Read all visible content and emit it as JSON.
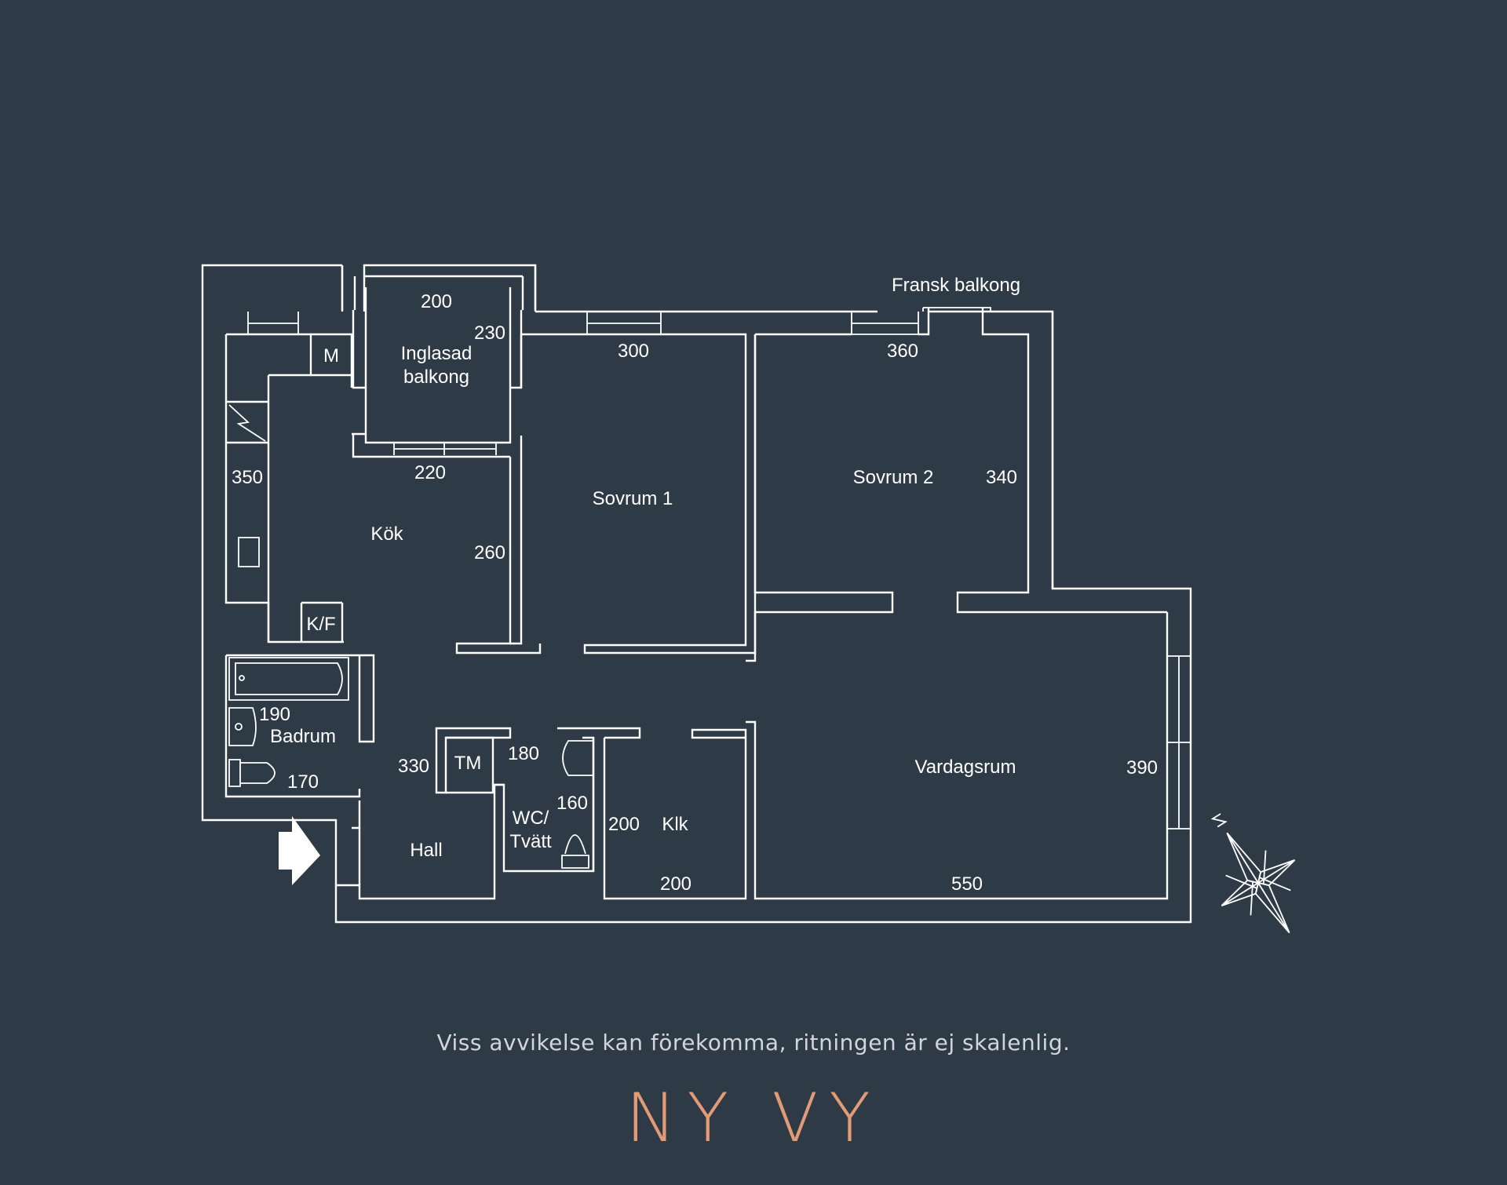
{
  "rooms": {
    "inglasad_balkong": "Inglasad\nbalkong",
    "kok": "Kök",
    "sovrum1": "Sovrum 1",
    "sovrum2": "Sovrum 2",
    "badrum": "Badrum",
    "hall": "Hall",
    "wc_tvatt": "WC/\nTvätt",
    "klk": "Klk",
    "vardagsrum": "Vardagsrum",
    "fransk_balkong": "Fransk balkong"
  },
  "fixtures": {
    "m": "M",
    "kf": "K/F",
    "tm": "TM"
  },
  "dimensions": {
    "balkong_w": "200",
    "balkong_d": "230",
    "sovrum1_w": "300",
    "sovrum2_w": "360",
    "sovrum2_d": "340",
    "kok_w": "220",
    "kok_l": "350",
    "kok_d": "260",
    "badrum_w": "190",
    "badrum_d": "170",
    "hall_l": "330",
    "wc_w": "180",
    "wc_d": "160",
    "klk_d": "200",
    "klk_w": "200",
    "vardag_w": "550",
    "vardag_d": "390"
  },
  "disclaimer": "Viss avvikelse kan förekomma, ritningen är ej skalenlig.",
  "logo": "NY VY",
  "colors": {
    "background": "#2f3a47",
    "lines": "#ffffff",
    "logo": "#e39a76",
    "disclaimer": "#d2d6db"
  },
  "icons": {
    "entrance": "entrance-arrow-icon",
    "compass": "compass-rose-icon"
  }
}
